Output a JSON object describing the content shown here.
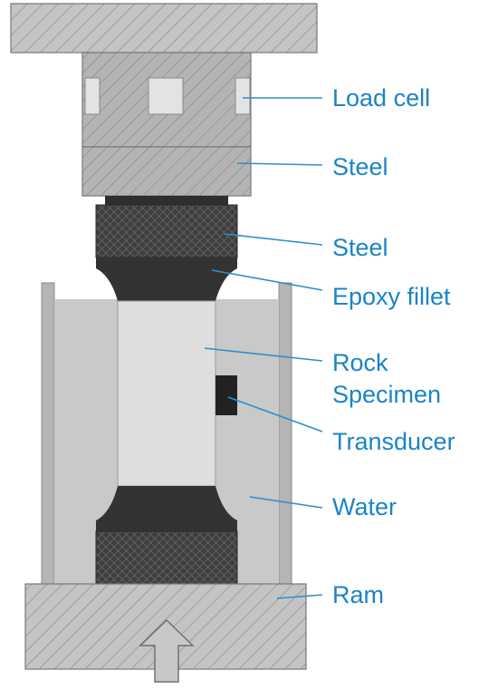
{
  "labels": {
    "load_cell": "Load cell",
    "steel_upper": "Steel",
    "steel_cap": "Steel",
    "epoxy_fillet": "Epoxy fillet",
    "rock_specimen_line1": "Rock",
    "rock_specimen_line2": "Specimen",
    "transducer": "Transducer",
    "water": "Water",
    "ram": "Ram"
  },
  "colors": {
    "label_text": "#1a84c7",
    "leader_line": "#2a8fd0",
    "steel_light": "#c4c4c4",
    "steel_mid": "#b8b8b8",
    "end_cap_dark": "#3c3c3c",
    "epoxy": "#333333",
    "rock": "#dedede",
    "water": "#c9c9c9",
    "vessel_wall": "#b5b5b5",
    "transducer": "#222222",
    "arrow": "#c8c8c8"
  },
  "icons": {
    "loading_arrow": "up-arrow-icon"
  }
}
